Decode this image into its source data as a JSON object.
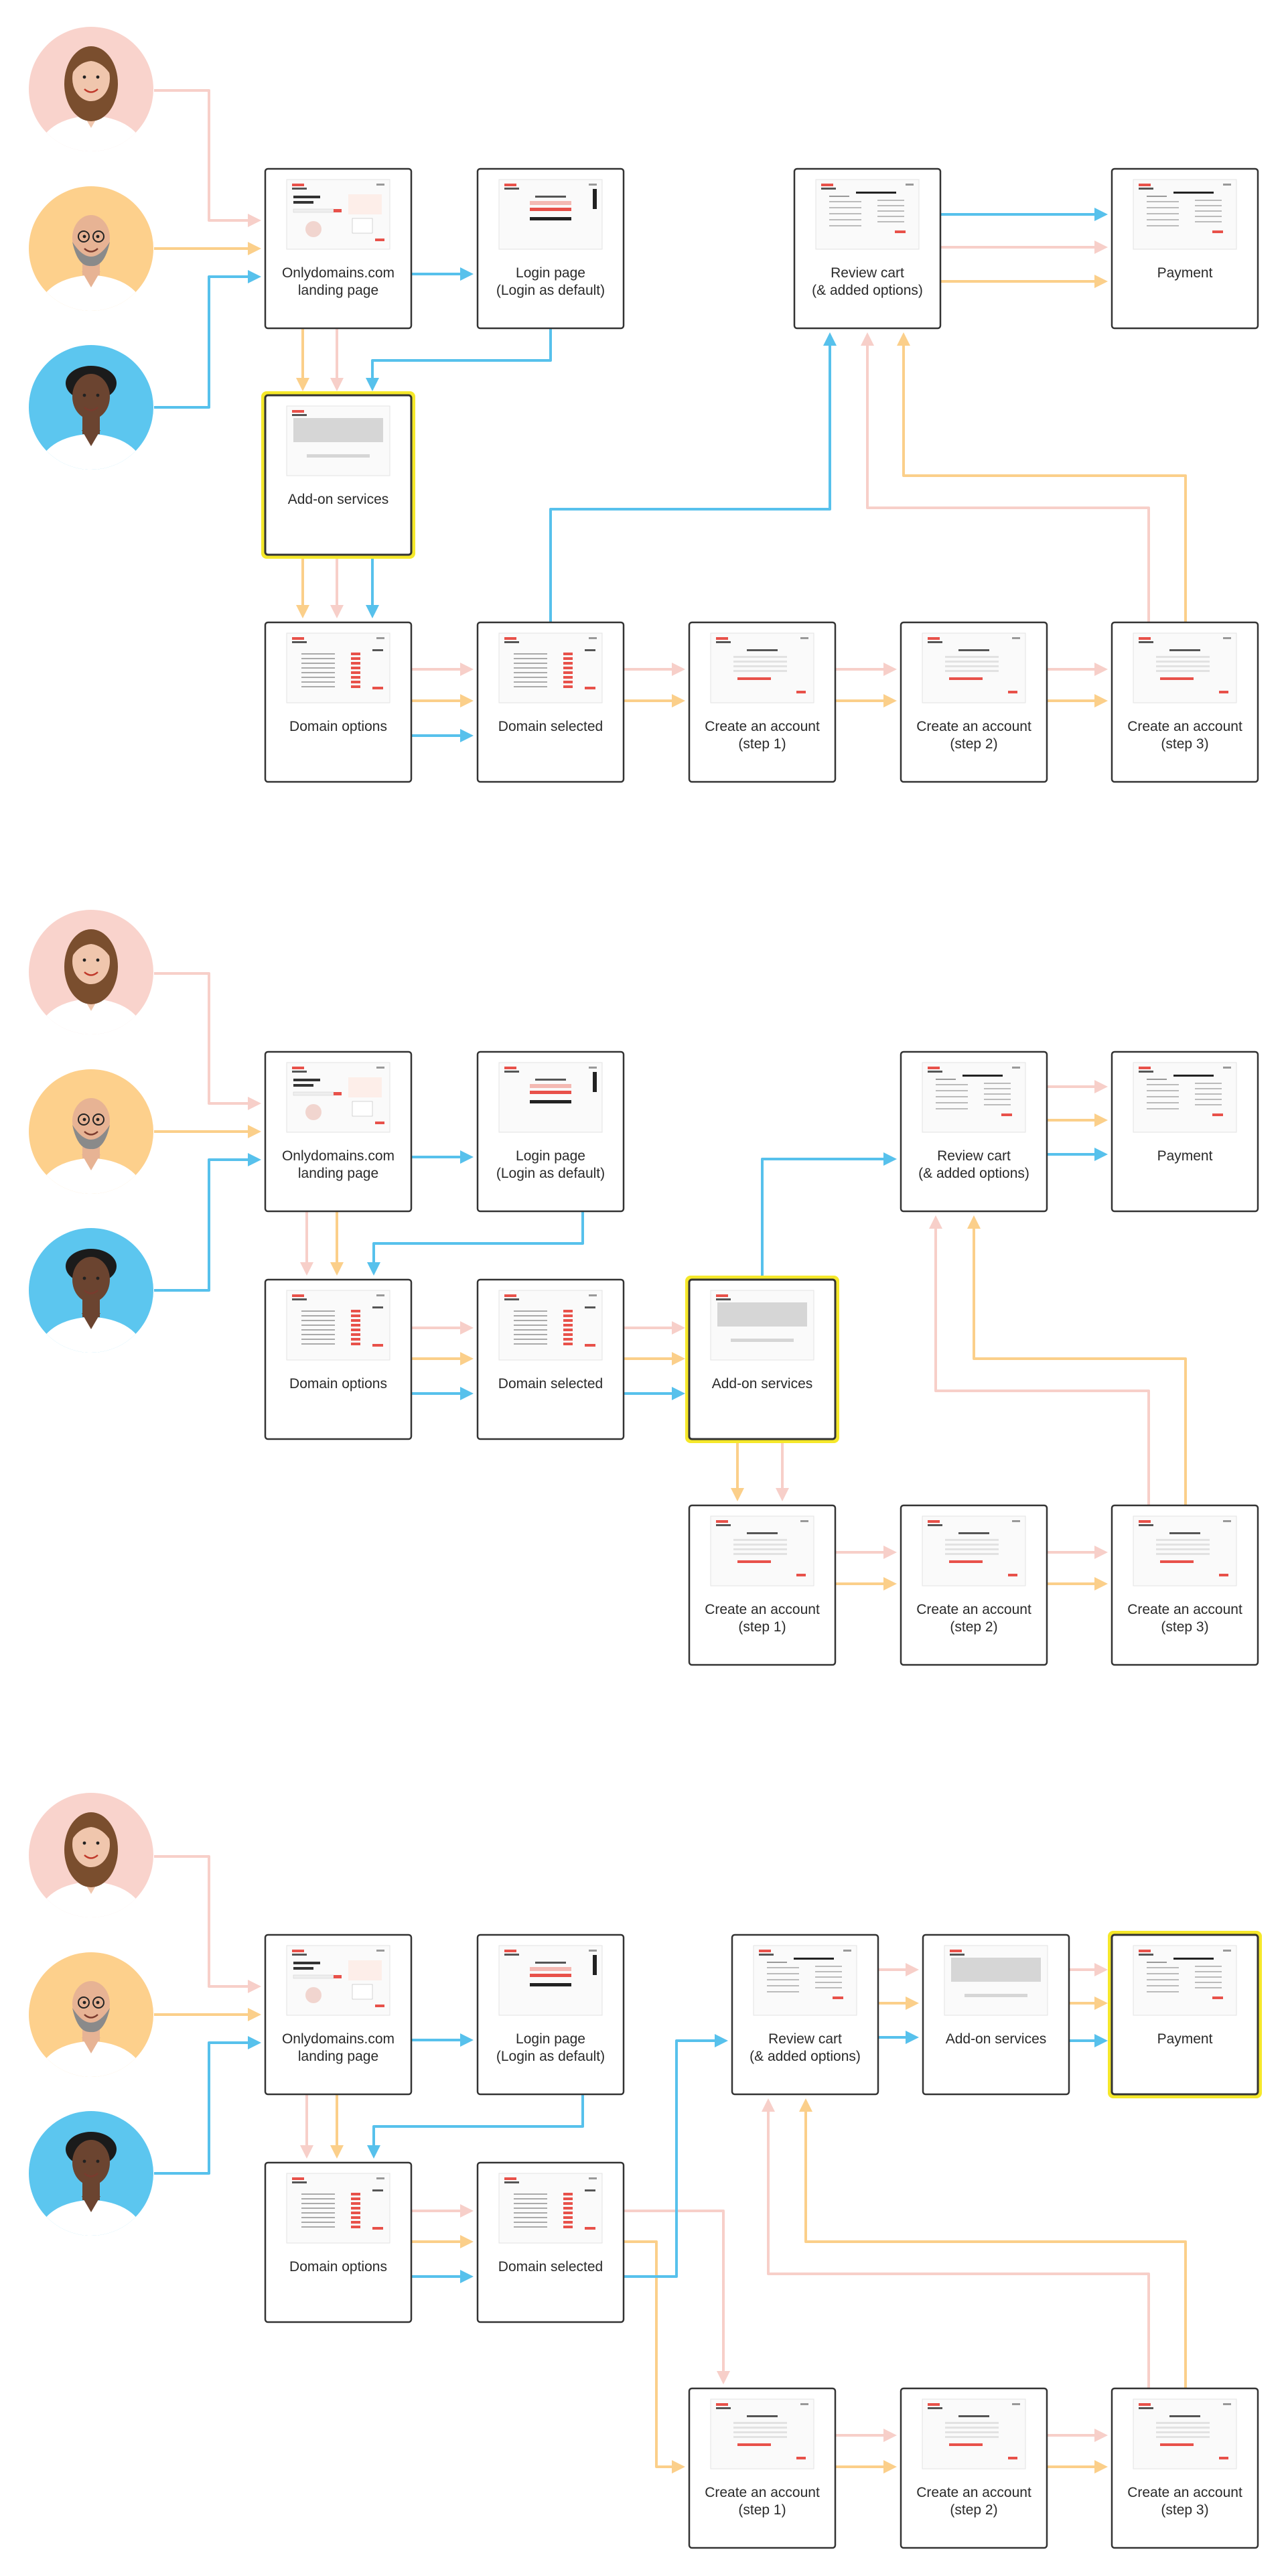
{
  "colors": {
    "persona_1": "#f9d3cc",
    "persona_2": "#fdd08c",
    "persona_3": "#5cc6ef",
    "flow_1": "#f7cfc9",
    "flow_2": "#fbcf8a",
    "flow_3": "#57c1ec",
    "highlight": "#f5e82a",
    "box_border": "#333333",
    "accent": "#e8514a"
  },
  "personas": [
    {
      "icon": "woman-avatar-icon",
      "color_key": "persona_1"
    },
    {
      "icon": "bearded-man-avatar-icon",
      "color_key": "persona_2"
    },
    {
      "icon": "curly-hair-man-avatar-icon",
      "color_key": "persona_3"
    }
  ],
  "labels": {
    "landing": [
      "Onlydomains.com",
      "landing page"
    ],
    "login": [
      "Login page",
      "(Login as default)"
    ],
    "addon": [
      "Add-on services"
    ],
    "domain_options": [
      "Domain options"
    ],
    "domain_selected": [
      "Domain selected"
    ],
    "account1": [
      "Create an account",
      "(step 1)"
    ],
    "account2": [
      "Create an account",
      "(step 2)"
    ],
    "account3": [
      "Create an account",
      "(step 3)"
    ],
    "review": [
      "Review cart",
      "(& added options)"
    ],
    "payment": [
      "Payment"
    ]
  },
  "flows": [
    {
      "id": "flow-1",
      "highlighted": "addon",
      "steps": [
        "landing",
        "login",
        "addon",
        "domain_options",
        "domain_selected",
        "account1",
        "account2",
        "account3",
        "review",
        "payment"
      ]
    },
    {
      "id": "flow-2",
      "highlighted": "addon",
      "steps": [
        "landing",
        "login",
        "domain_options",
        "domain_selected",
        "addon",
        "account1",
        "account2",
        "account3",
        "review",
        "payment"
      ]
    },
    {
      "id": "flow-3",
      "highlighted": "payment",
      "steps": [
        "landing",
        "login",
        "domain_options",
        "domain_selected",
        "review",
        "addon",
        "payment",
        "account1",
        "account2",
        "account3"
      ]
    }
  ]
}
